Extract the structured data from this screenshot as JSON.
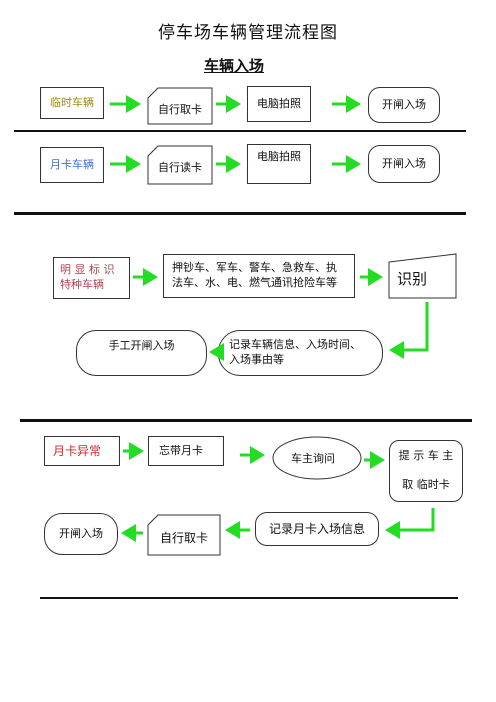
{
  "title": "停车场车辆管理流程图",
  "subtitle": "车辆入场",
  "section1": {
    "row1": {
      "start": "临时车辆",
      "step1": "自行取卡",
      "step2": "电脑拍照",
      "end": "开闸入场"
    },
    "row2": {
      "start": "月卡车辆",
      "step1": "自行读卡",
      "step2": "电脑拍照",
      "end": "开闸入场"
    }
  },
  "section2": {
    "start": "明 显 标 识\n特种车辆",
    "types": "押钞车、军车、警车、急救车、执\n法车、水、电、燃气通讯抢险车等",
    "identify": "识别",
    "record": "记录车辆信息、入场时间、\n入场事由等",
    "end": "手工开闸入场"
  },
  "section3": {
    "start": "月卡异常",
    "forgot": "忘带月卡",
    "ask": "车主询问",
    "prompt": "提 示 车 主\n\n取  临时卡",
    "record": "记录月卡入场信息",
    "take": "自行取卡",
    "end": "开闸入场"
  },
  "colors": {
    "arrow": "#22dd22",
    "accent_red": "#cc2b2b",
    "accent_blue": "#3a6fd0",
    "accent_olive": "#9a8a1a"
  }
}
